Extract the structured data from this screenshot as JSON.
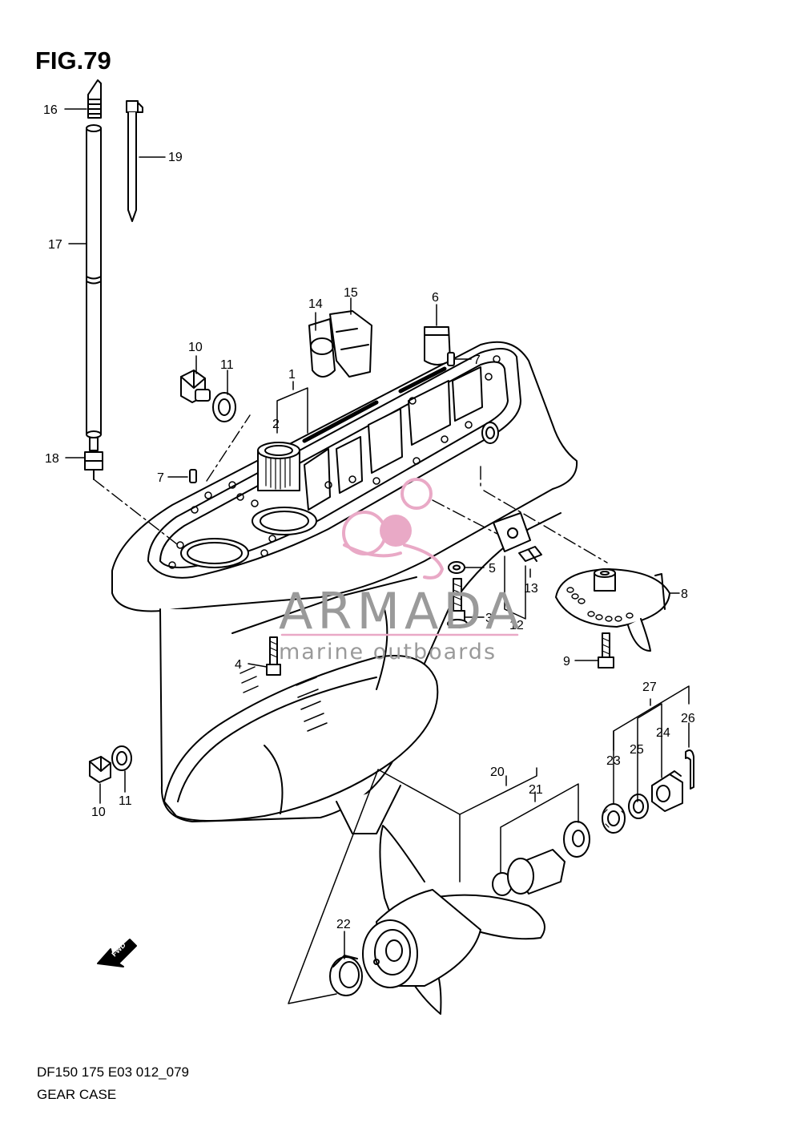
{
  "figure": {
    "title": "FIG.79",
    "code": "DF150 175 E03 012_079",
    "name": "GEAR CASE",
    "direction_label": "FWD"
  },
  "watermark": {
    "brand": "ARMADA",
    "tagline": "marine outboards",
    "color": "#e9a9c6",
    "text_color": "#9a9a9a"
  },
  "callouts": {
    "c1": "1",
    "c2": "2",
    "c3": "3",
    "c4": "4",
    "c5": "5",
    "c6": "6",
    "c7a": "7",
    "c7b": "7",
    "c8": "8",
    "c9": "9",
    "c10a": "10",
    "c10b": "10",
    "c11a": "11",
    "c11b": "11",
    "c12": "12",
    "c13": "13",
    "c14": "14",
    "c15": "15",
    "c16": "16",
    "c17": "17",
    "c18": "18",
    "c19": "19",
    "c20": "20",
    "c21": "21",
    "c22": "22",
    "c23": "23",
    "c24": "24",
    "c25": "25",
    "c26": "26",
    "c27": "27"
  }
}
